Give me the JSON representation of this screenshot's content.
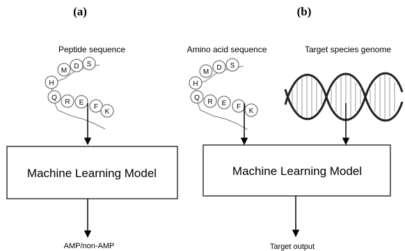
{
  "panels": {
    "a": {
      "label": "(a)",
      "input_title": "Peptide sequence",
      "residues": [
        "M",
        "D",
        "S",
        "H",
        "Q",
        "R",
        "E",
        "F",
        "K"
      ],
      "model": "Machine Learning Model",
      "output": "AMP/non-AMP"
    },
    "b": {
      "label": "(b)",
      "input_title": "Amino acid  sequence",
      "genome_title": "Target species genome",
      "residues": [
        "M",
        "D",
        "S",
        "H",
        "Q",
        "R",
        "E",
        "F",
        "K"
      ],
      "model": "Machine Learning Model",
      "output": "Target output"
    }
  }
}
